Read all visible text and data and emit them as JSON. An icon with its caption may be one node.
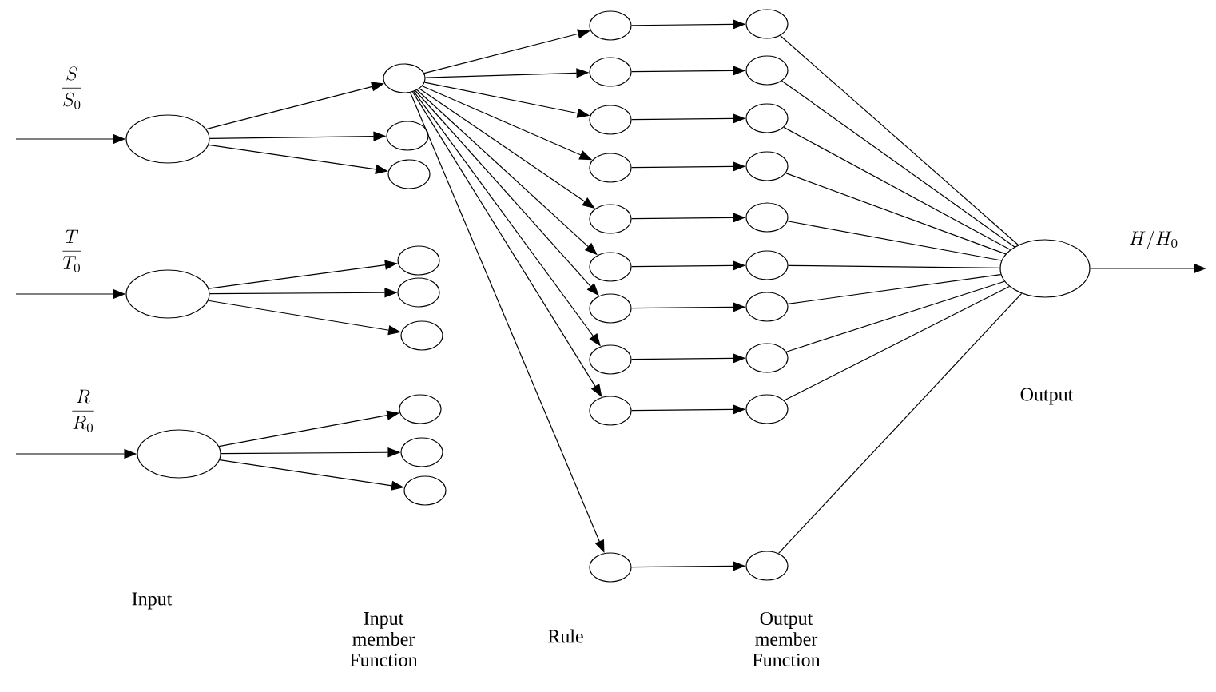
{
  "diagram": {
    "nodes": [
      {
        "text": [],
        "shape": "ellipse"
      },
      {
        "text": [],
        "shape": "ellipse"
      },
      {
        "text": [],
        "shape": "ellipse"
      },
      {
        "text": [],
        "shape": "ellipse"
      },
      {
        "text": [],
        "shape": "ellipse"
      },
      {
        "text": [],
        "shape": "ellipse"
      },
      {
        "text": [],
        "shape": "ellipse"
      },
      {
        "text": [],
        "shape": "ellipse"
      },
      {
        "text": [],
        "shape": "ellipse"
      },
      {
        "text": [],
        "shape": "ellipse"
      },
      {
        "text": [],
        "shape": "ellipse"
      },
      {
        "text": [],
        "shape": "ellipse"
      },
      {
        "text": [],
        "shape": "ellipse"
      },
      {
        "text": [],
        "shape": "ellipse"
      },
      {
        "text": [],
        "shape": "ellipse"
      },
      {
        "text": [],
        "shape": "ellipse"
      },
      {
        "text": [],
        "shape": "ellipse"
      },
      {
        "text": [],
        "shape": "ellipse"
      },
      {
        "text": [],
        "shape": "ellipse"
      },
      {
        "text": [],
        "shape": "ellipse"
      },
      {
        "text": [],
        "shape": "ellipse"
      },
      {
        "text": [],
        "shape": "ellipse"
      },
      {
        "text": [],
        "shape": "ellipse"
      },
      {
        "text": [],
        "shape": "ellipse"
      },
      {
        "text": [],
        "shape": "ellipse"
      },
      {
        "text": [],
        "shape": "ellipse"
      },
      {
        "text": [],
        "shape": "ellipse"
      },
      {
        "text": [],
        "shape": "ellipse"
      },
      {
        "text": [],
        "shape": "ellipse"
      },
      {
        "text": [],
        "shape": "ellipse"
      },
      {
        "text": [],
        "shape": "ellipse"
      },
      {
        "text": [],
        "shape": "ellipse"
      },
      {
        "text": [],
        "shape": "ellipse"
      }
    ],
    "edges": [
      {
        "from": null,
        "to": 0,
        "arrow": "to",
        "label": "\\frac{S}{S_0}"
      },
      {
        "from": null,
        "to": 1,
        "arrow": "to",
        "label": "\\frac{T}{T_0}"
      },
      {
        "from": null,
        "to": 2,
        "arrow": "to",
        "label": "\\frac{R}{R_0}"
      },
      {
        "from": 0,
        "to": 3,
        "arrow": "to"
      },
      {
        "from": 0,
        "to": 4,
        "arrow": "to"
      },
      {
        "from": 0,
        "to": 5,
        "arrow": "to"
      },
      {
        "from": 1,
        "to": 6,
        "arrow": "to"
      },
      {
        "from": 1,
        "to": 7,
        "arrow": "to"
      },
      {
        "from": 1,
        "to": 8,
        "arrow": "to"
      },
      {
        "from": 2,
        "to": 9,
        "arrow": "to"
      },
      {
        "from": 2,
        "to": 10,
        "arrow": "to"
      },
      {
        "from": 2,
        "to": 11,
        "arrow": "to"
      },
      {
        "from": 3,
        "to": 12,
        "arrow": "to"
      },
      {
        "from": 3,
        "to": 13,
        "arrow": "to"
      },
      {
        "from": 3,
        "to": 14,
        "arrow": "to"
      },
      {
        "from": 3,
        "to": 15,
        "arrow": "to"
      },
      {
        "from": 3,
        "to": 16,
        "arrow": "to"
      },
      {
        "from": 3,
        "to": 17,
        "arrow": "to"
      },
      {
        "from": 3,
        "to": 18,
        "arrow": "to"
      },
      {
        "from": 3,
        "to": 19,
        "arrow": "to"
      },
      {
        "from": 3,
        "to": 20,
        "arrow": "to"
      },
      {
        "from": 3,
        "to": 21,
        "arrow": "to"
      },
      {
        "from": 12,
        "to": 22,
        "arrow": "to"
      },
      {
        "from": 13,
        "to": 23,
        "arrow": "to"
      },
      {
        "from": 14,
        "to": 24,
        "arrow": "to"
      },
      {
        "from": 15,
        "to": 25,
        "arrow": "to"
      },
      {
        "from": 16,
        "to": 26,
        "arrow": "to"
      },
      {
        "from": 17,
        "to": 27,
        "arrow": "to"
      },
      {
        "from": 18,
        "to": 28,
        "arrow": "to"
      },
      {
        "from": 19,
        "to": 29,
        "arrow": "to"
      },
      {
        "from": 20,
        "to": 30,
        "arrow": "to"
      },
      {
        "from": 21,
        "to": 31,
        "arrow": "to"
      },
      {
        "from": 22,
        "to": 32,
        "arrow": "none"
      },
      {
        "from": 23,
        "to": 32,
        "arrow": "none"
      },
      {
        "from": 24,
        "to": 32,
        "arrow": "none"
      },
      {
        "from": 25,
        "to": 32,
        "arrow": "none"
      },
      {
        "from": 26,
        "to": 32,
        "arrow": "none"
      },
      {
        "from": 27,
        "to": 32,
        "arrow": "none"
      },
      {
        "from": 28,
        "to": 32,
        "arrow": "none"
      },
      {
        "from": 29,
        "to": 32,
        "arrow": "none"
      },
      {
        "from": 30,
        "to": 32,
        "arrow": "none"
      },
      {
        "from": 31,
        "to": 32,
        "arrow": "none"
      },
      {
        "from": 32,
        "to": null,
        "arrow": "to",
        "label": "H/H_0"
      }
    ],
    "labels": [
      "Output",
      "Input",
      "Input member Function",
      "Rule",
      "Output member Function"
    ]
  }
}
